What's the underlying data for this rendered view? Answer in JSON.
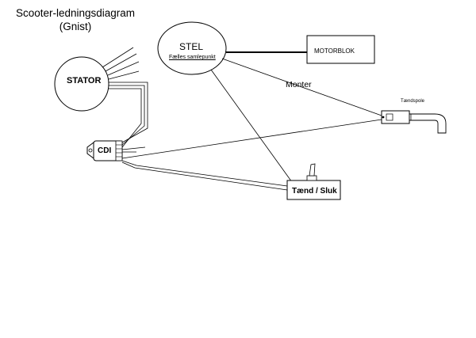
{
  "title": {
    "line1": "Scooter-ledningsdiagram",
    "line2": "(Gnist)"
  },
  "components": {
    "stator": {
      "label": "STATOR"
    },
    "stel": {
      "label": "STEL",
      "sublabel": "Fælles samlepunkt"
    },
    "motorblok": {
      "label": "MOTORBLOK"
    },
    "cdi": {
      "label": "CDI"
    },
    "monter": {
      "label": "Monter"
    },
    "ignition_coil": {
      "label": "Tændspole"
    },
    "switch": {
      "label": "Tænd / Sluk"
    }
  }
}
